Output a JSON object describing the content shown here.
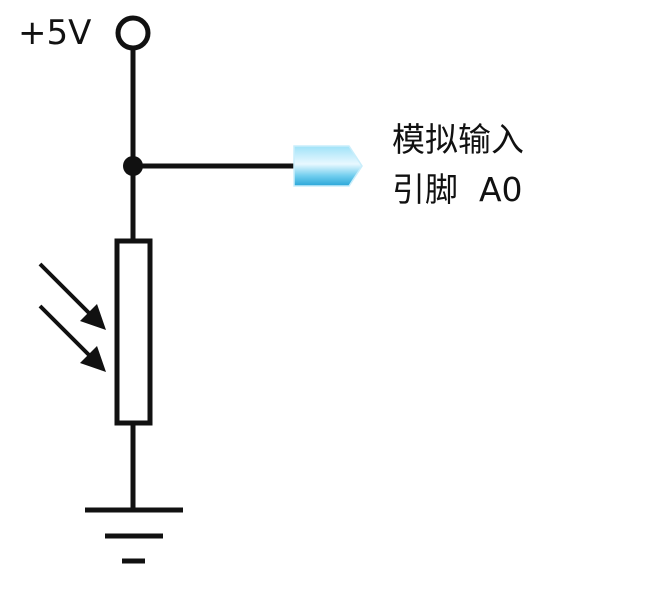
{
  "supply": {
    "label": "+5V"
  },
  "output": {
    "line1": "模拟输入",
    "line2": "引脚  A0"
  },
  "colors": {
    "wire": "#111111",
    "connector_light": "#e8f8ff",
    "connector_mid": "#7fd8f4",
    "connector_dark": "#2aa6d8"
  }
}
